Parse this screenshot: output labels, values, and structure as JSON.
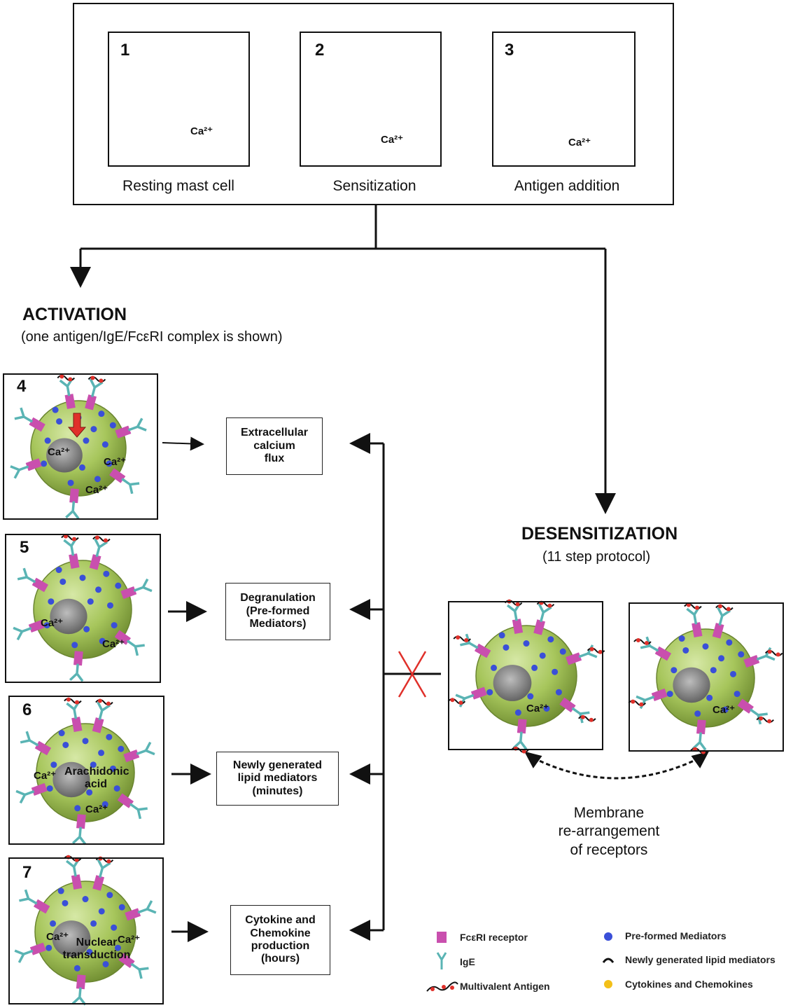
{
  "top_panels": [
    {
      "number": "1",
      "caption": "Resting mast cell"
    },
    {
      "number": "2",
      "caption": "Sensitization"
    },
    {
      "number": "3",
      "caption": "Antigen addition"
    }
  ],
  "calcium_label": "Ca²⁺",
  "activation": {
    "title": "ACTIVATION",
    "subtitle": "(one antigen/IgE/FcεRI complex is shown)"
  },
  "activation_steps": [
    {
      "number": "4",
      "outcome": "Extracellular\ncalcium\nflux"
    },
    {
      "number": "5",
      "outcome": "Degranulation\n(Pre-formed\nMediators)"
    },
    {
      "number": "6",
      "outcome": "Newly generated\nlipid mediators\n(minutes)",
      "cell_label": "Arachidonic\nacid"
    },
    {
      "number": "7",
      "outcome": "Cytokine and\nChemokine\nproduction\n(hours)",
      "cell_label": "Nuclear\ntransduction"
    }
  ],
  "desensitization": {
    "title": "DESENSITIZATION",
    "subtitle": "(11 step protocol)",
    "rearrangement_caption": "Membrane\nre-arrangement\nof receptors"
  },
  "legend": [
    {
      "icon": "receptor-icon",
      "label": "FcεRI receptor",
      "color": "#c94fae"
    },
    {
      "icon": "ige-icon",
      "label": "IgE",
      "color": "#5ab4b4"
    },
    {
      "icon": "antigen-icon",
      "label": "Multivalent Antigen",
      "color": "#e0302a"
    },
    {
      "icon": "preformed-mediator-icon",
      "label": "Pre-formed Mediators",
      "color": "#3a4fd8"
    },
    {
      "icon": "lipid-mediator-icon",
      "label": "Newly generated lipid mediators",
      "color": "#111111"
    },
    {
      "icon": "cytokine-icon",
      "label": "Cytokines and Chemokines",
      "color": "#f3c019"
    }
  ],
  "colors": {
    "cell": "#9bbf4f",
    "nucleus": "#7a7a7a",
    "block_mark": "#e0302a"
  }
}
